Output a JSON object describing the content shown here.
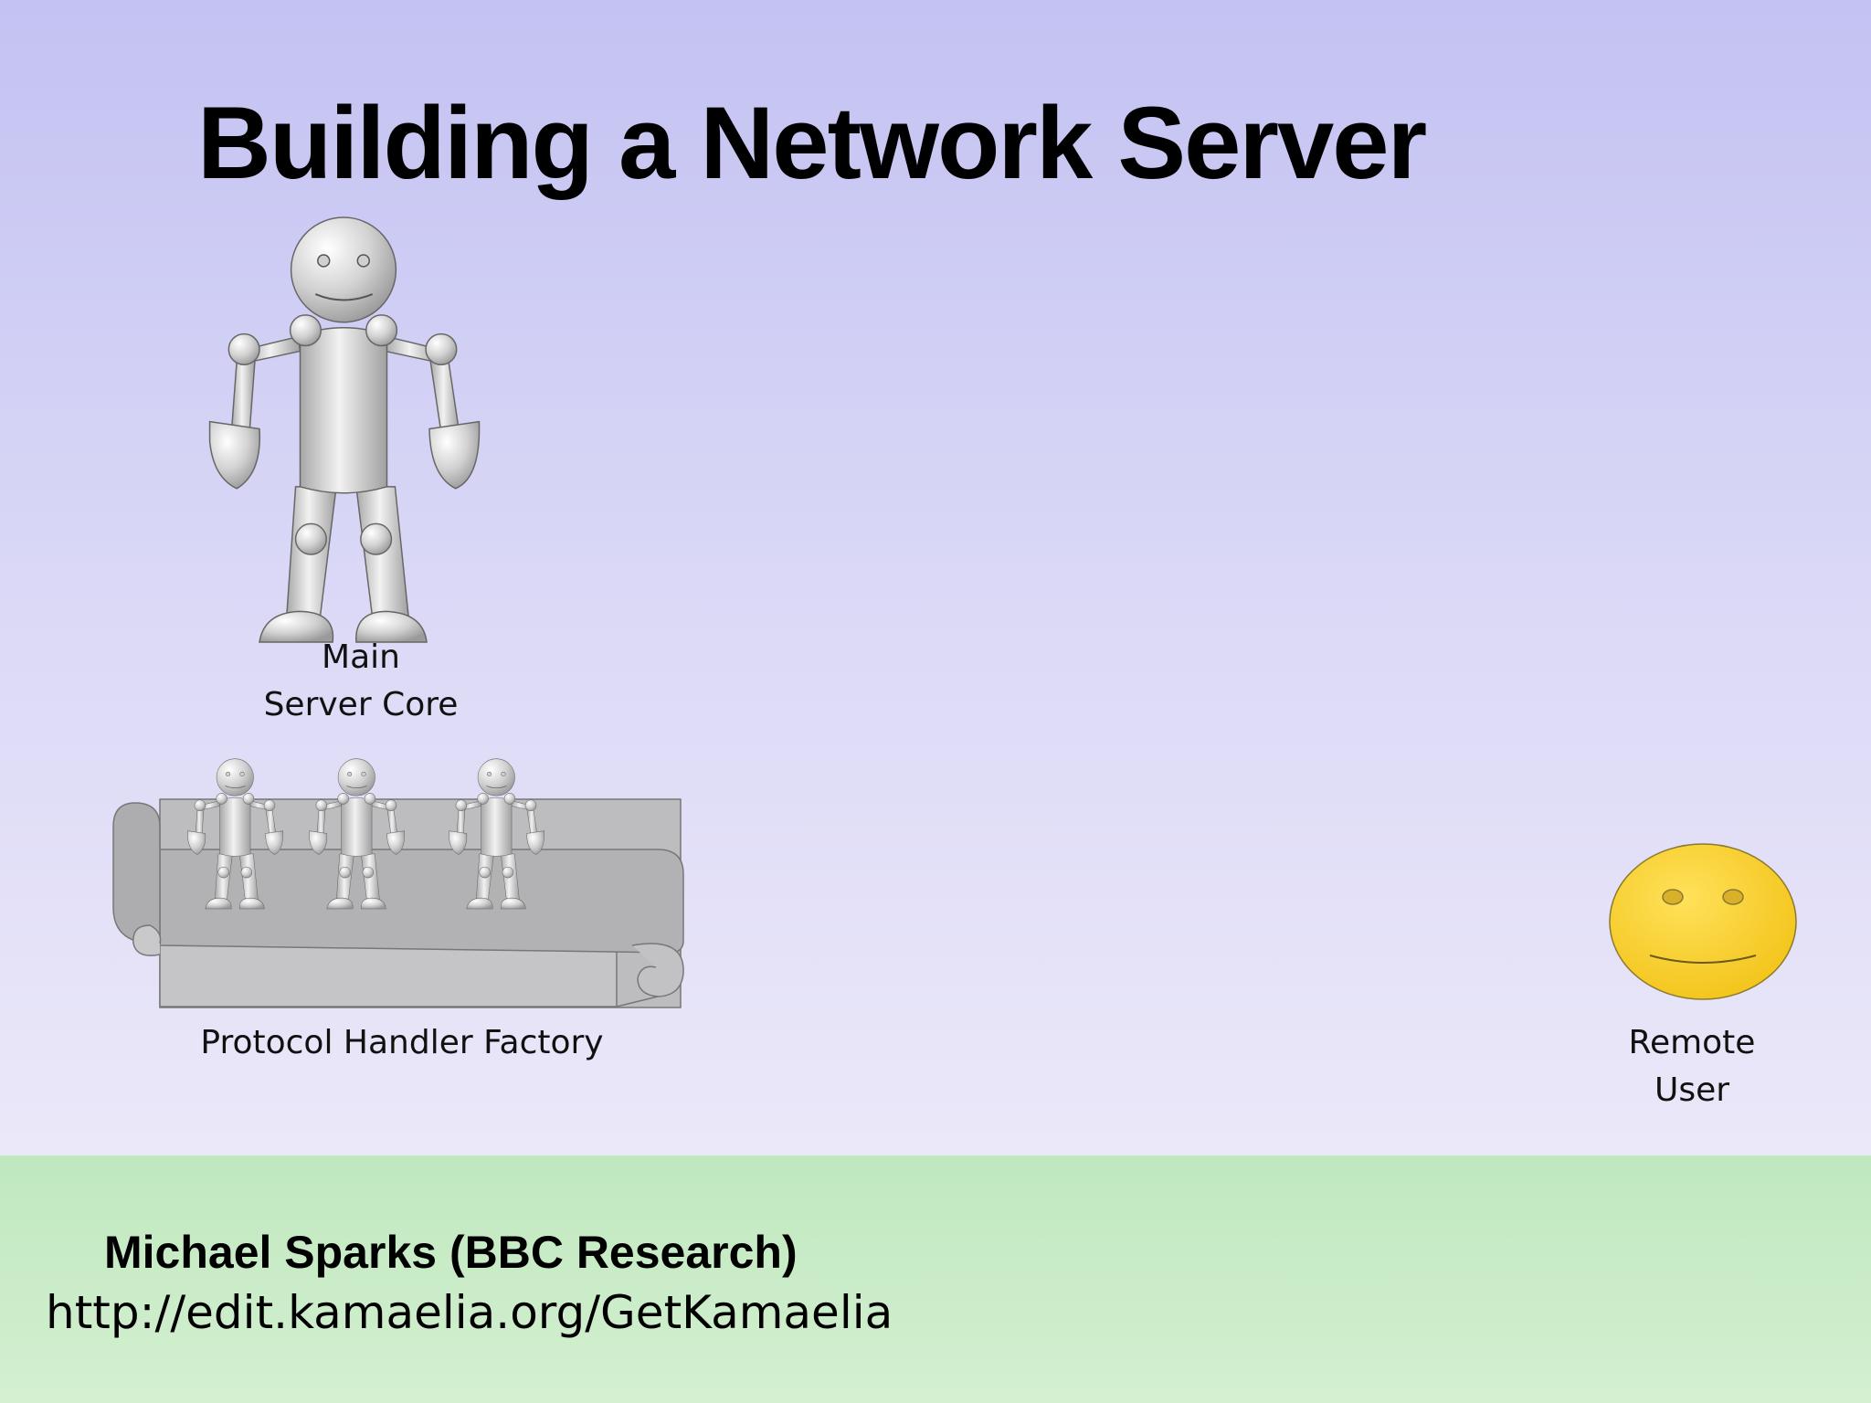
{
  "slide": {
    "title": "Building a Network Server"
  },
  "diagram": {
    "main_core": {
      "icon": "robot-icon",
      "label_line1": "Main",
      "label_line2": "Server Core"
    },
    "factory": {
      "icon": "scroll-icon",
      "worker_icon": "robot-icon",
      "worker_count": 3,
      "label": "Protocol Handler Factory"
    },
    "remote_user": {
      "icon": "smiley-face-icon",
      "label_line1": "Remote",
      "label_line2": "User"
    }
  },
  "footer": {
    "author": "Michael Sparks (BBC Research)",
    "url": "http://edit.kamaelia.org/GetKamaelia"
  },
  "colors": {
    "background_top": "#c3c2f2",
    "background_bottom": "#ebe8f9",
    "footer_band": "#c8ecc6",
    "robot_metal": "#c8c8c8",
    "scroll_gray": "#b4b4b6",
    "smiley_yellow": "#fcd22c"
  }
}
